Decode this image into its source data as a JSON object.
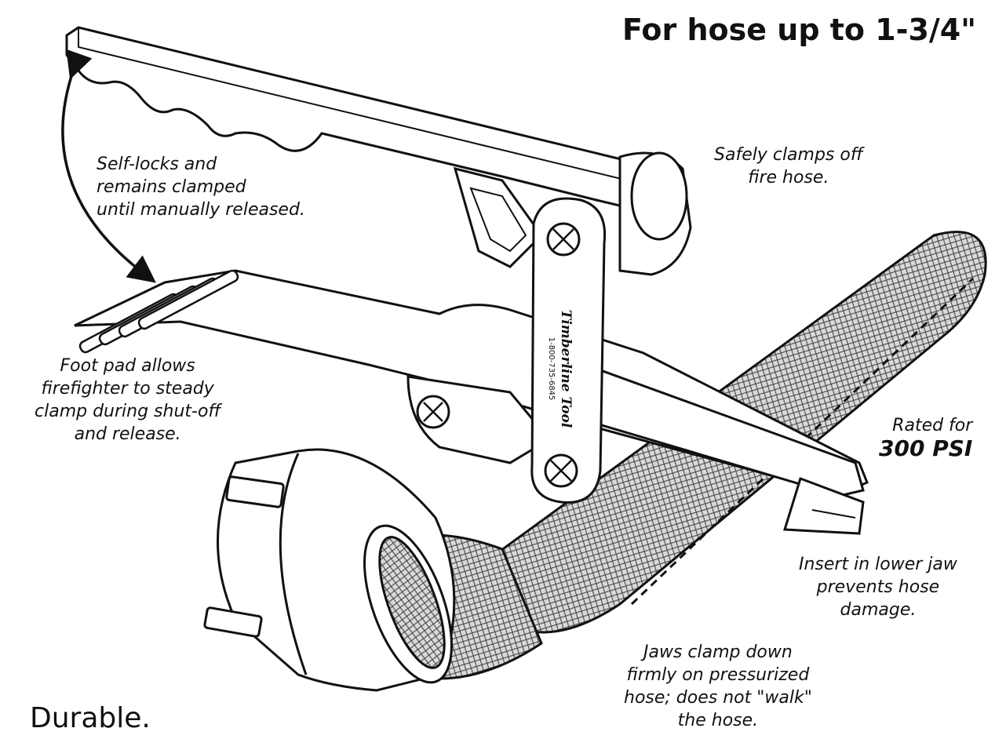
{
  "title": "For hose up to 1-3/4\"",
  "footer": "Durable.",
  "brand": {
    "name": "Timberline Tool",
    "phone": "1-800-735-6845"
  },
  "callouts": {
    "self_locks": [
      "Self-locks and",
      "remains clamped",
      "until manually released."
    ],
    "safely_clamps": [
      "Safely clamps off",
      "fire hose."
    ],
    "foot_pad": [
      "Foot pad allows",
      "firefighter to steady",
      "clamp during shut-off",
      "and release."
    ],
    "rated": [
      "Rated for",
      "300 PSI"
    ],
    "insert": [
      "Insert in lower jaw",
      "prevents hose",
      "damage."
    ],
    "jaws": [
      "Jaws clamp down",
      "firmly on pressurized",
      "hose; does not \"walk\"",
      "the hose."
    ]
  },
  "colors": {
    "ink": "#111111",
    "paper": "#ffffff",
    "hose_fill": "#bdbdbd"
  }
}
